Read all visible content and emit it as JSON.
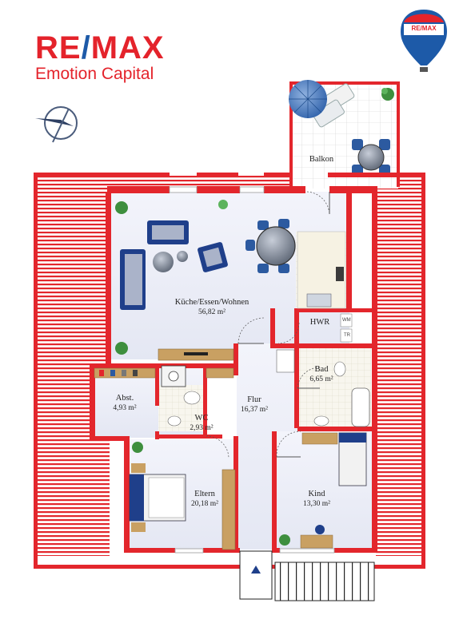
{
  "brand": {
    "name": "RE/MAX",
    "subtitle": "Emotion Capital",
    "balloon_text": "RE/MAX",
    "brand_red": "#e4232b",
    "brand_blue": "#1d5aa8"
  },
  "rooms": [
    {
      "key": "balkon",
      "name": "Balkon",
      "area": ""
    },
    {
      "key": "kueche",
      "name": "Küche/Essen/Wohnen",
      "area": "56,82 m²"
    },
    {
      "key": "hwr",
      "name": "HWR",
      "area": ""
    },
    {
      "key": "bad",
      "name": "Bad",
      "area": "6,65 m²"
    },
    {
      "key": "abst",
      "name": "Abst.",
      "area": "4,93 m²"
    },
    {
      "key": "flur",
      "name": "Flur",
      "area": "16,37 m²"
    },
    {
      "key": "wc",
      "name": "WC",
      "area": "2,93 m²"
    },
    {
      "key": "eltern",
      "name": "Eltern",
      "area": "20,18 m²"
    },
    {
      "key": "kind",
      "name": "Kind",
      "area": "13,30 m²"
    }
  ],
  "appliances": {
    "washer": "WM",
    "dryer": "TR"
  },
  "colors": {
    "wall": "#e3262c",
    "floor": "#eef0f8",
    "kitchen_tile": "#f6f2e3",
    "wood": "#c9a062",
    "sofa": "#1f3f8a"
  }
}
